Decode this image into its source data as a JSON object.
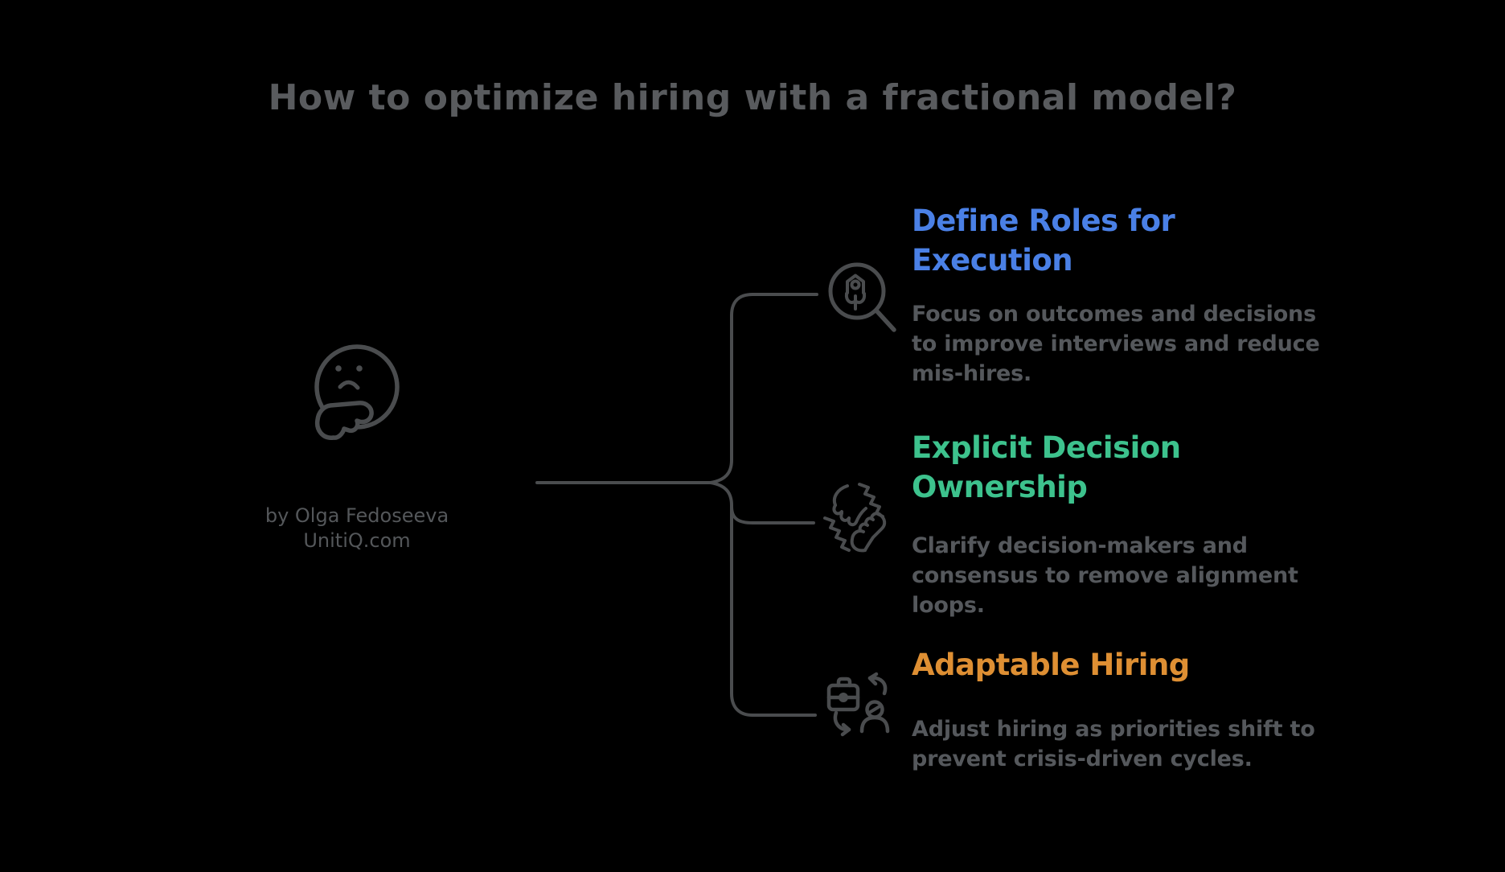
{
  "title": "How to optimize hiring with a fractional model?",
  "author": {
    "line1": "by Olga Fedoseeva",
    "line2": "UnitiQ.com"
  },
  "center_icon": "thinking-face-icon",
  "colors": {
    "background": "#000000",
    "title_gray": "#595b5e",
    "body_gray": "#55585c",
    "author_gray": "#54575a",
    "connector_gray": "#4a4c4e",
    "branch1_blue": "#4a80e6",
    "branch2_green": "#3dc28d",
    "branch3_orange": "#de8f33"
  },
  "branches": [
    {
      "icon": "search-person-icon",
      "color": "#4a80e6",
      "title_lines": [
        "Define Roles for",
        "Execution"
      ],
      "body_lines": [
        "Focus on outcomes and decisions",
        "to improve interviews and reduce",
        "mis-hires."
      ]
    },
    {
      "icon": "handshake-icon",
      "color": "#3dc28d",
      "title_lines": [
        "Explicit Decision",
        "Ownership"
      ],
      "body_lines": [
        "Clarify decision-makers and",
        "consensus to remove alignment",
        "loops."
      ]
    },
    {
      "icon": "briefcase-person-swap-icon",
      "color": "#de8f33",
      "title_lines": [
        "Adaptable Hiring"
      ],
      "body_lines": [
        "Adjust hiring as priorities shift to",
        "prevent crisis-driven cycles."
      ]
    }
  ]
}
